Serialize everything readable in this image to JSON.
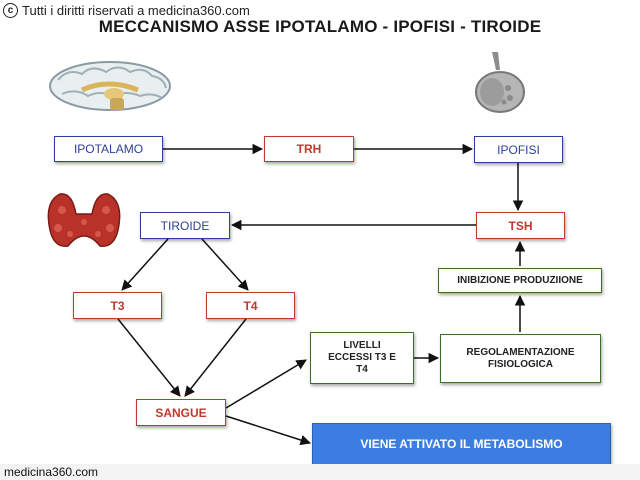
{
  "copyright": "Tutti i diritti riservati a medicina360.com",
  "copyright_icon": "copyright-icon",
  "title": "MECCANISMO ASSE IPOTALAMO - IPOFISI - TIROIDE",
  "footer": "medicina360.com",
  "nodes": {
    "ipotalamo": "IPOTALAMO",
    "trh": "TRH",
    "ipofisi": "IPOFISI",
    "tsh": "TSH",
    "tiroide": "TIROIDE",
    "t3": "T3",
    "t4": "T4",
    "inibizione": "INIBIZIONE PRODUZIIONE",
    "livelli": "LIVELLI ECCESSI T3 E T4",
    "regolamentazione": "REGOLAMENTAZIONE FISIOLOGICA",
    "sangue": "SANGUE",
    "metabolismo": "VIENE ATTIVATO IL METABOLISMO"
  },
  "illustrations": [
    "brain-illustration",
    "pituitary-illustration",
    "thyroid-illustration"
  ],
  "colors": {
    "blue_border": "#2d3f9a",
    "red_border": "#c0392b",
    "green_border": "#3c6e2a",
    "metabolism_fill": "#3b7de0"
  }
}
